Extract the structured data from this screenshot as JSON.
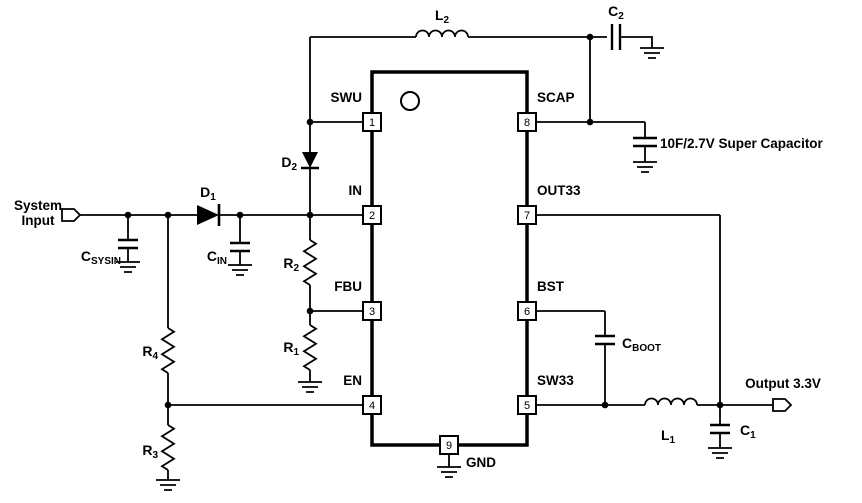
{
  "ic": {
    "pin1": {
      "num": "1",
      "name": "SWU"
    },
    "pin2": {
      "num": "2",
      "name": "IN"
    },
    "pin3": {
      "num": "3",
      "name": "FBU"
    },
    "pin4": {
      "num": "4",
      "name": "EN"
    },
    "pin5": {
      "num": "5",
      "name": "SW33"
    },
    "pin6": {
      "num": "6",
      "name": "BST"
    },
    "pin7": {
      "num": "7",
      "name": "OUT33"
    },
    "pin8": {
      "num": "8",
      "name": "SCAP"
    },
    "pin9": {
      "num": "9",
      "name": "GND"
    }
  },
  "components": {
    "l1": {
      "main": "L",
      "sub": "1"
    },
    "l2": {
      "main": "L",
      "sub": "2"
    },
    "c1": {
      "main": "C",
      "sub": "1"
    },
    "c2": {
      "main": "C",
      "sub": "2"
    },
    "d1": {
      "main": "D",
      "sub": "1"
    },
    "d2": {
      "main": "D",
      "sub": "2"
    },
    "r1": {
      "main": "R",
      "sub": "1"
    },
    "r2": {
      "main": "R",
      "sub": "2"
    },
    "r3": {
      "main": "R",
      "sub": "3"
    },
    "r4": {
      "main": "R",
      "sub": "4"
    },
    "c_in": {
      "main": "C",
      "sub": "IN"
    },
    "c_sysin": {
      "main": "C",
      "sub": "SYSIN"
    },
    "c_boot": {
      "main": "C",
      "sub": "BOOT"
    },
    "supercap": "10F/2.7V Super Capacitor"
  },
  "io": {
    "system_input_line1": "System",
    "system_input_line2": "Input",
    "output_label": "Output 3.3V"
  },
  "colors": {
    "wire": "#000000",
    "background": "#ffffff"
  }
}
